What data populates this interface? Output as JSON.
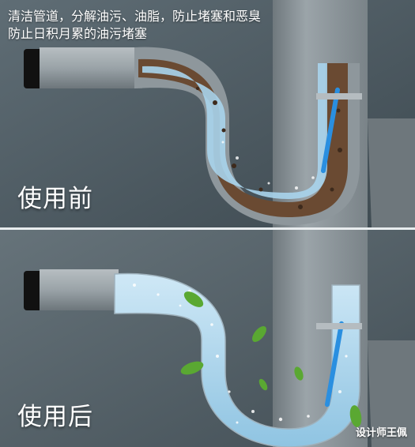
{
  "caption": {
    "line1": "清洁管道，分解油污、油脂，防止堵塞和恶臭",
    "line2": "防止日积月累的油污堵塞"
  },
  "panels": {
    "before_label": "使用前",
    "after_label": "使用后"
  },
  "watermark": "设计师王佩",
  "colors": {
    "wall": "#4a5860",
    "pipe_gray": "#9aa3a8",
    "water_blue": "#a8d4ec",
    "grease_brown": "#6a4a32",
    "cable_blue": "#2a8fe0",
    "leaf_green": "#5aa832"
  }
}
